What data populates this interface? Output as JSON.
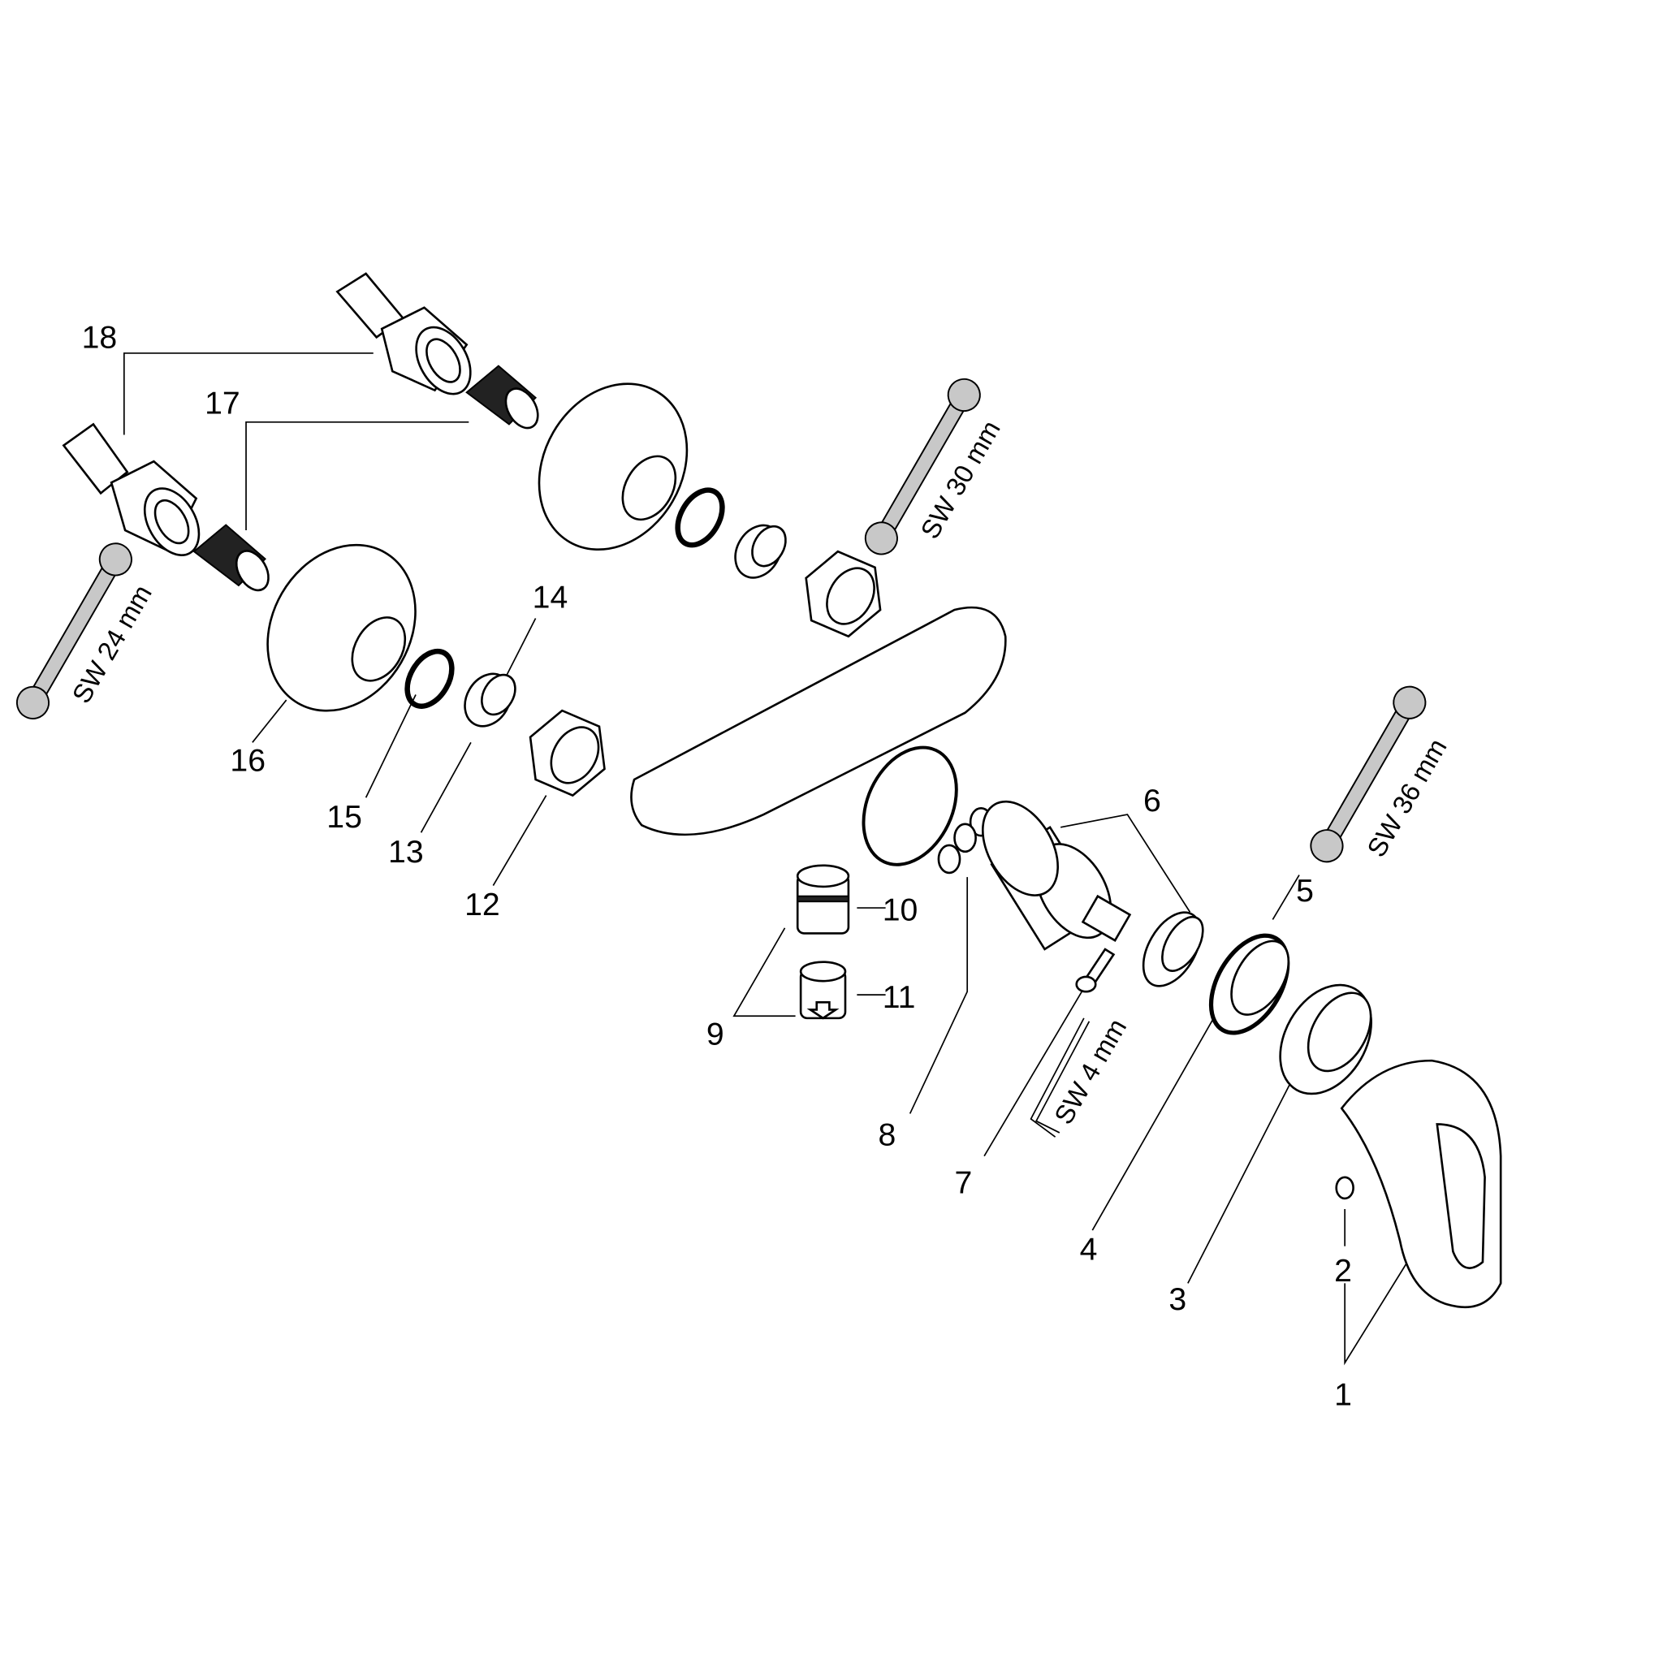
{
  "diagram": {
    "callouts": [
      "1",
      "2",
      "3",
      "4",
      "5",
      "6",
      "7",
      "8",
      "9",
      "10",
      "11",
      "12",
      "13",
      "14",
      "15",
      "16",
      "17",
      "18"
    ],
    "tools": {
      "wrench_24": "SW 24 mm",
      "wrench_30": "SW 30 mm",
      "wrench_36": "SW 36 mm",
      "hex_key_4": "SW 4 mm"
    },
    "colors": {
      "line": "#000000",
      "tool_fill": "#c8c8c8"
    }
  }
}
